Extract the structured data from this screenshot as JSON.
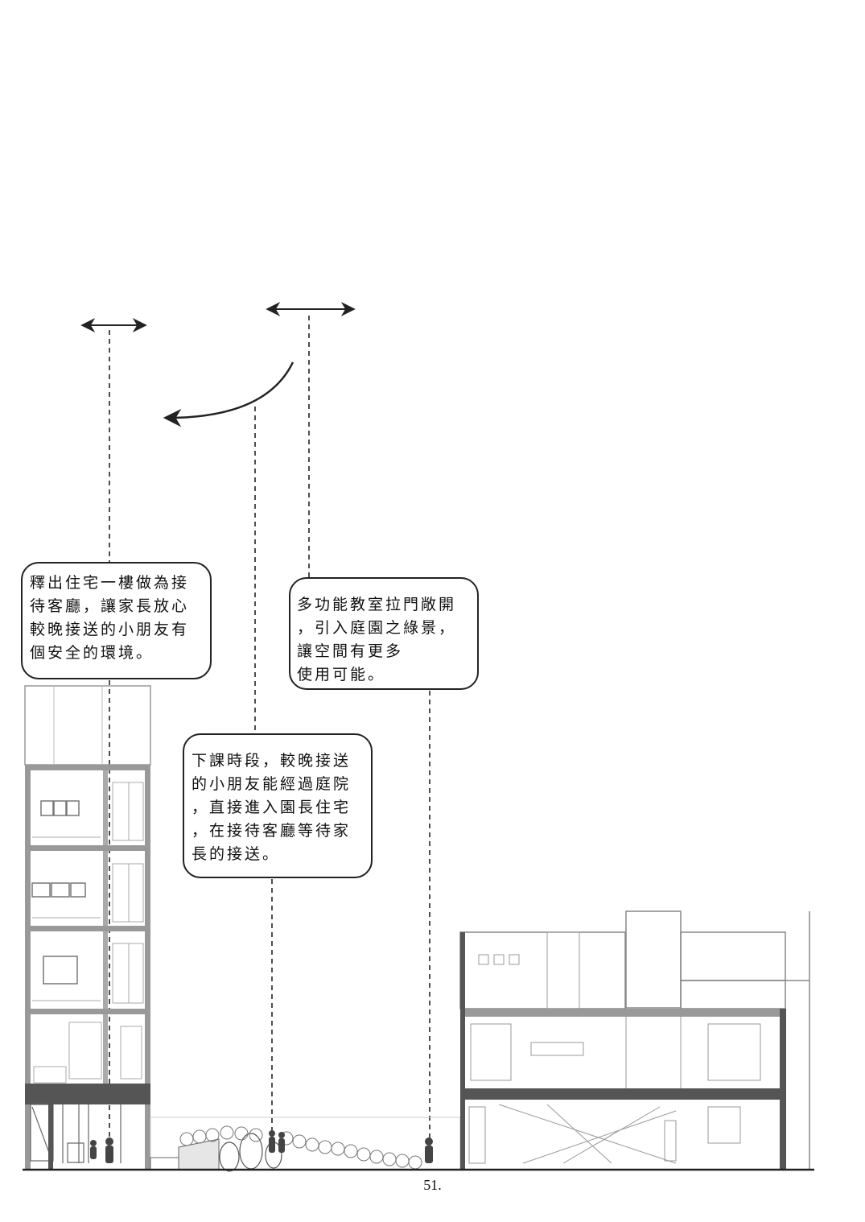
{
  "callouts": {
    "house": {
      "lines": [
        "釋出住宅一樓做為接",
        "待客廳，讓家長放心",
        "較晚接送的小朋友有",
        "個安全的環境。"
      ]
    },
    "path": {
      "lines": [
        "下課時段，較晚接送",
        "的小朋友能經過庭院",
        "，直接進入園長住宅",
        "，在接待客廳等待家",
        "長的接送。"
      ]
    },
    "classroom": {
      "lines": [
        "多功能教室拉門敞開",
        "，引入庭園之綠景，",
        "讓空間有更多",
        "使用可能。"
      ]
    }
  },
  "page_number": "51."
}
